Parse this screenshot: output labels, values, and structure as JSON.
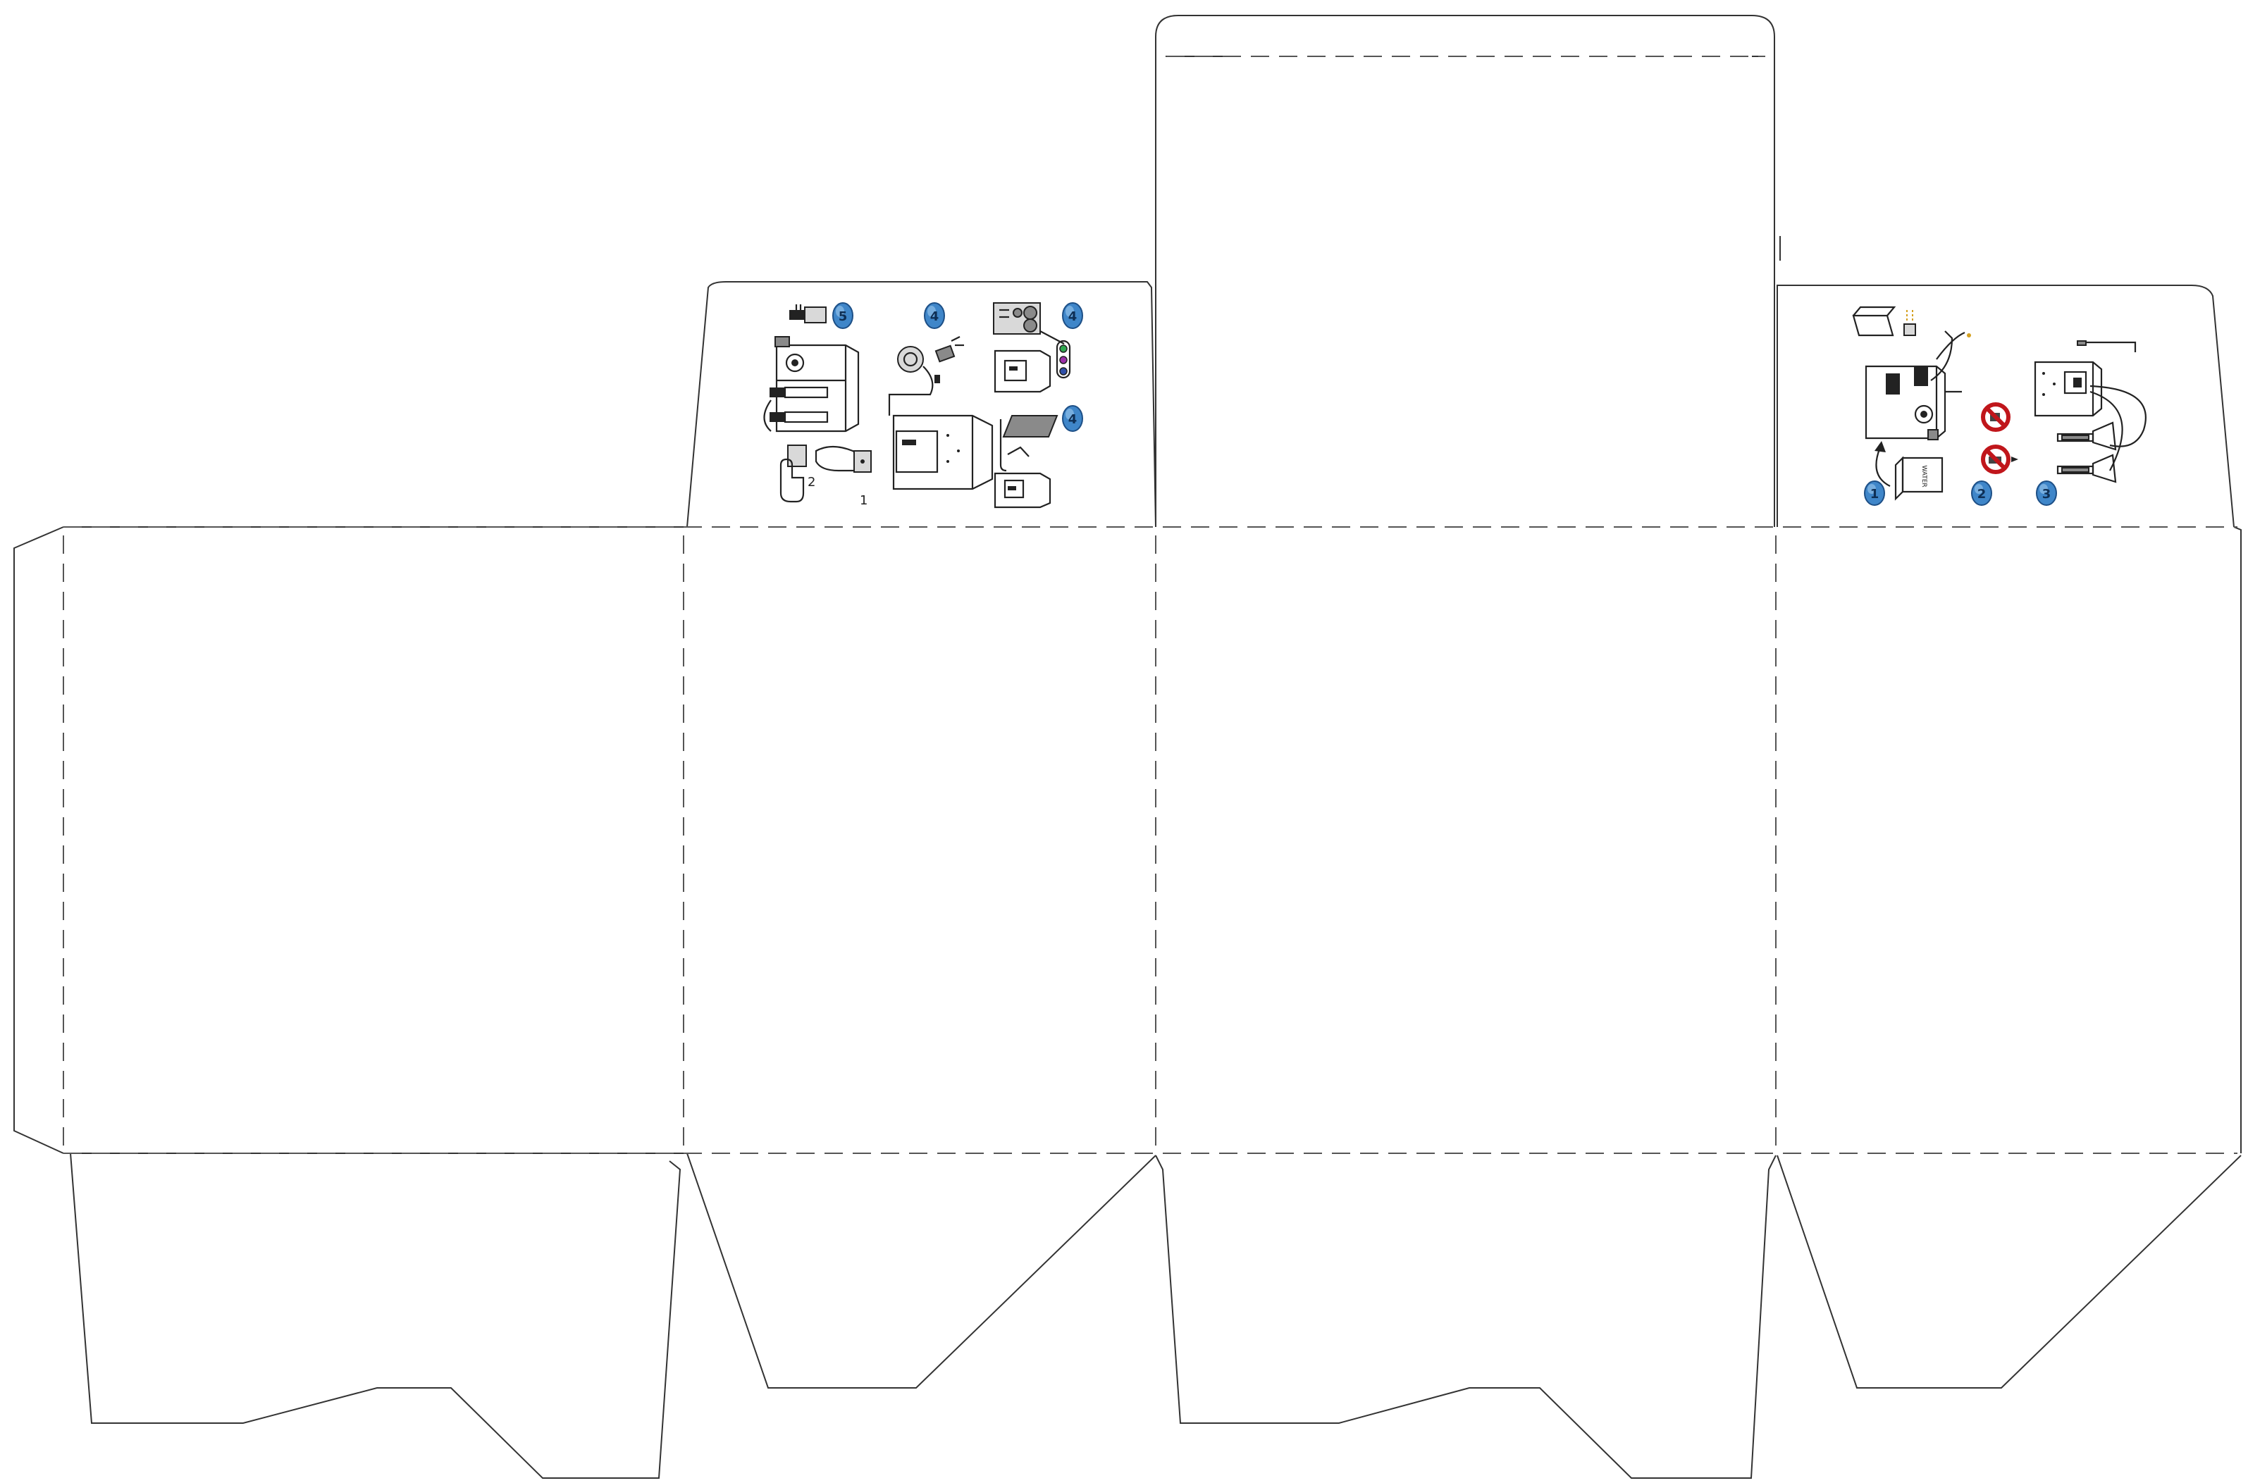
{
  "title": "",
  "colors": {
    "cut_line": "#333333",
    "fold_line": "#555555",
    "badge": "#3f86c9",
    "prohibit": "#c0161b"
  },
  "panels": [
    {
      "id": "glue-flap",
      "label": ""
    },
    {
      "id": "side-left",
      "label": ""
    },
    {
      "id": "front",
      "label": ""
    },
    {
      "id": "side-right",
      "label": ""
    },
    {
      "id": "back",
      "label": ""
    }
  ],
  "instructions_left": {
    "steps": [
      {
        "badge": "5",
        "caption": ""
      },
      {
        "badge": "4",
        "caption": ""
      },
      {
        "badge": "4",
        "caption": ""
      },
      {
        "badge": "4",
        "caption": ""
      }
    ],
    "hand_label": "2",
    "small_label": "1"
  },
  "instructions_right": {
    "steps": [
      {
        "badge": "1",
        "caption": ""
      },
      {
        "badge": "2",
        "caption": ""
      },
      {
        "badge": "3",
        "caption": ""
      }
    ],
    "icons": [
      "no-water-icon",
      "no-hand-icon"
    ],
    "card_text": "WATER"
  }
}
